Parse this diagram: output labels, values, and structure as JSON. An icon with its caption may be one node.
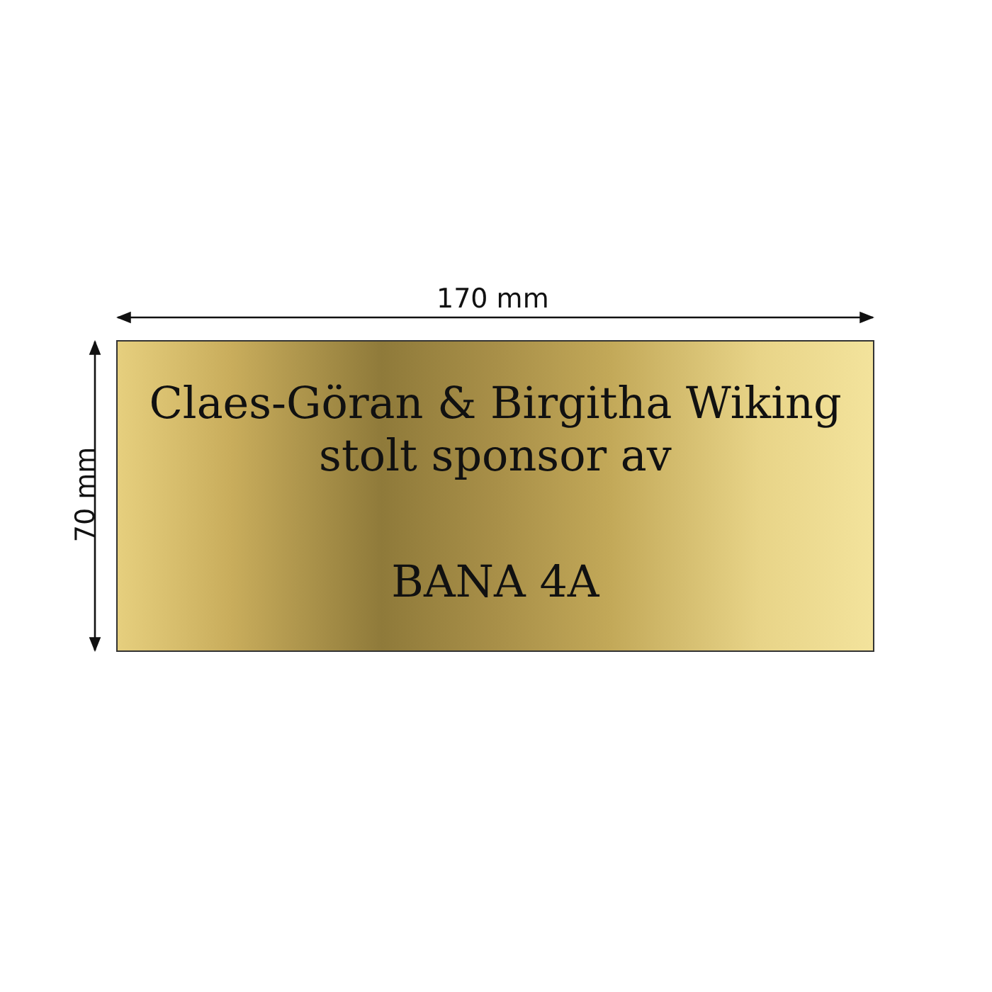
{
  "diagram": {
    "nodes": [
      {
        "text": [
          "Claes-Göran & Birgitha Wiking stolt sponsor av",
          "BANA 4A"
        ]
      }
    ],
    "labels": [
      "170 mm",
      "70 mm"
    ]
  }
}
